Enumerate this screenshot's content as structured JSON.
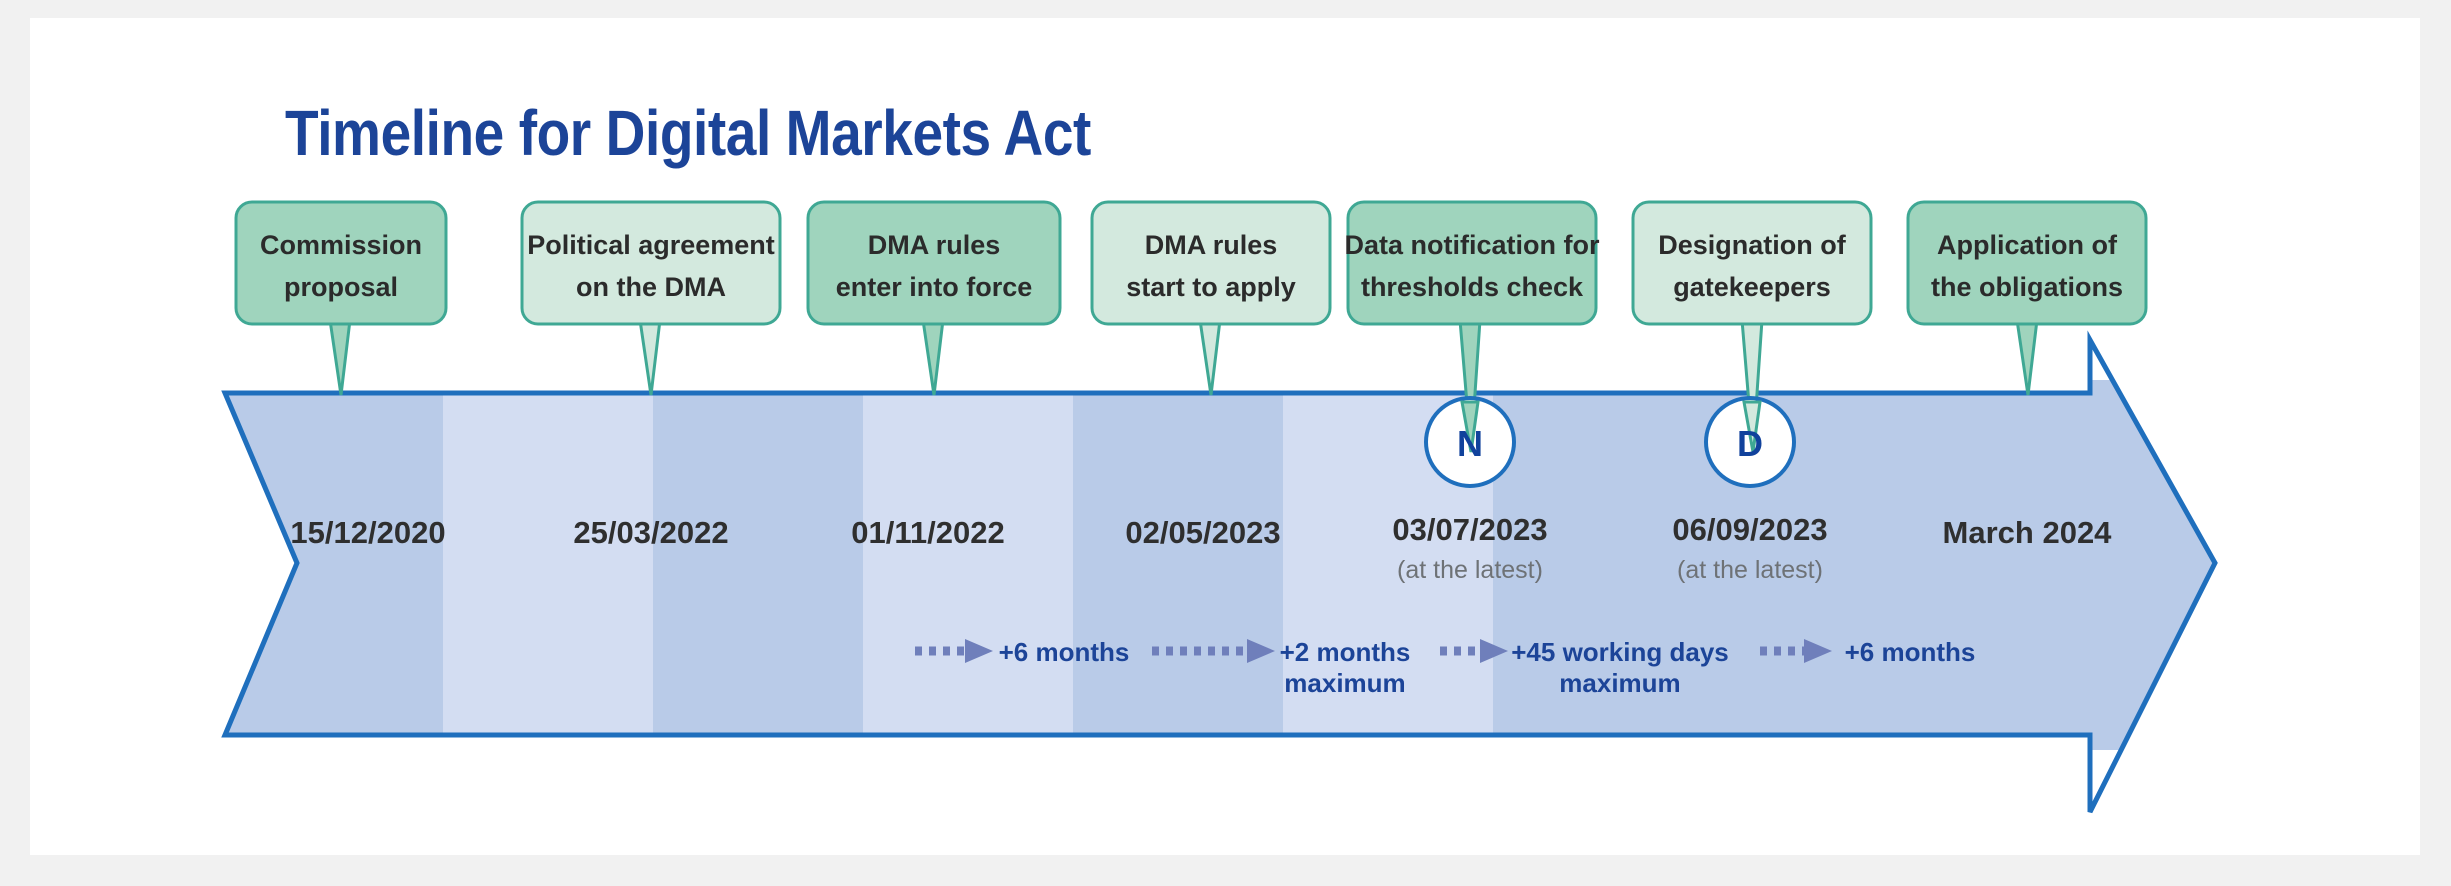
{
  "page": {
    "background": "#f1f1f1",
    "card_background": "#ffffff"
  },
  "title": "Timeline for Digital Markets Act",
  "colors": {
    "title": "#1c4498",
    "arrow_band_dark": "#b9cbe8",
    "arrow_band_light": "#d3ddf2",
    "arrow_outline": "#1f6fbd",
    "callout_dark": "#9fd4bd",
    "callout_light": "#d3e9de",
    "callout_border": "#3fa894",
    "callout_text": "#2b2b2b",
    "date_text": "#2f2f2f",
    "date_note_text": "#6e7276",
    "duration_text": "#1c4498",
    "dotted_arrow": "#6f7fbb",
    "marker_circle_border": "#1f6fbd",
    "marker_letter": "#11429c"
  },
  "milestones": [
    {
      "callout": {
        "line1": "Commission",
        "line2": "proposal",
        "shade": "dark"
      },
      "date": "15/12/2020",
      "note": "",
      "band": "dark",
      "marker": ""
    },
    {
      "callout": {
        "line1": "Political agreement",
        "line2": "on the DMA",
        "shade": "light"
      },
      "date": "25/03/2022",
      "note": "",
      "band": "light",
      "marker": ""
    },
    {
      "callout": {
        "line1": "DMA rules",
        "line2": "enter into force",
        "shade": "dark"
      },
      "date": "01/11/2022",
      "note": "",
      "band": "dark",
      "marker": ""
    },
    {
      "callout": {
        "line1": "DMA rules",
        "line2": "start to apply",
        "shade": "light"
      },
      "date": "02/05/2023",
      "note": "",
      "band": "light",
      "marker": ""
    },
    {
      "callout": {
        "line1": "Data notification for",
        "line2": "thresholds check",
        "shade": "dark"
      },
      "date": "03/07/2023",
      "note": "(at the latest)",
      "band": "dark",
      "marker": "N"
    },
    {
      "callout": {
        "line1": "Designation of",
        "line2": "gatekeepers",
        "shade": "light"
      },
      "date": "06/09/2023",
      "note": "(at the latest)",
      "band": "light",
      "marker": "D"
    },
    {
      "callout": {
        "line1": "Application of",
        "line2": "the obligations",
        "shade": "dark"
      },
      "date": "March 2024",
      "note": "",
      "band": "dark",
      "marker": ""
    }
  ],
  "durations": [
    {
      "line1": "+6 months",
      "line2": "",
      "icon": "dotted-arrow-icon"
    },
    {
      "line1": "+2 months",
      "line2": "maximum",
      "icon": "dotted-arrow-icon"
    },
    {
      "line1": "+45 working days",
      "line2": "maximum",
      "icon": "dotted-arrow-icon"
    },
    {
      "line1": "+6 months",
      "line2": "",
      "icon": "dotted-arrow-icon"
    }
  ]
}
